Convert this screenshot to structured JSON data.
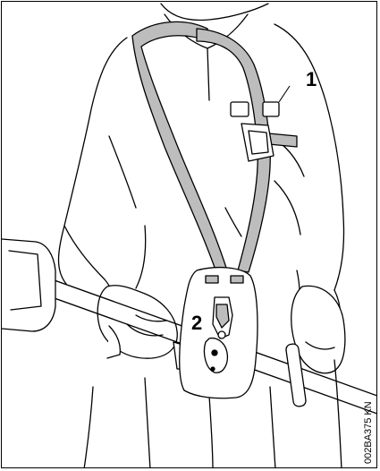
{
  "figure": {
    "callout_1": "1",
    "callout_2": "2",
    "reference_code": "002BA375 KN"
  },
  "colors": {
    "line": "#000000",
    "strap": "#bdbdbd",
    "background": "#ffffff"
  }
}
